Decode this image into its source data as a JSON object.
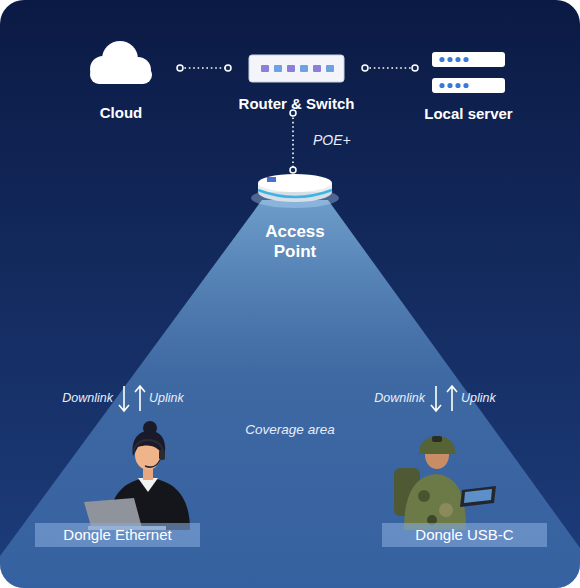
{
  "diagram": {
    "nodes": [
      {
        "text": [
          "Cloud"
        ]
      },
      {
        "text": [
          "Router & Switch"
        ]
      },
      {
        "text": [
          "Local server"
        ]
      },
      {
        "text": [
          "Access Point"
        ]
      },
      {
        "text": [
          "Dongle Ethernet"
        ]
      },
      {
        "text": [
          "Dongle USB-C"
        ]
      }
    ],
    "edges": [
      {
        "from": 0,
        "to": 1,
        "arrow": "none"
      },
      {
        "from": 1,
        "to": 2,
        "arrow": "none"
      },
      {
        "from": 1,
        "to": 3,
        "label": "POE+",
        "arrow": "none"
      }
    ],
    "labels": [
      "Downlink",
      "Uplink",
      "Downlink",
      "Uplink",
      "Coverage area"
    ]
  }
}
